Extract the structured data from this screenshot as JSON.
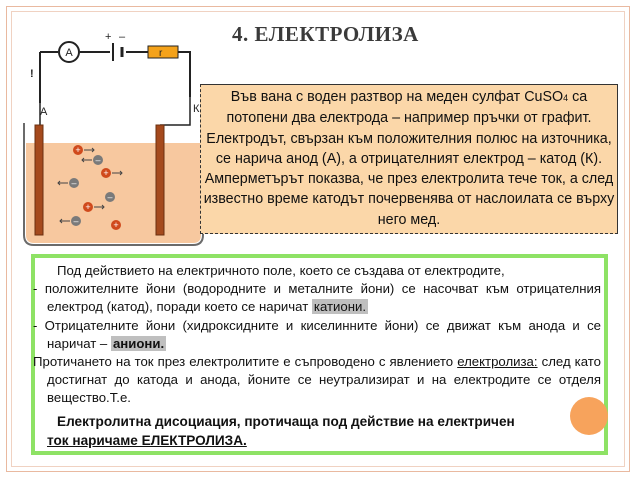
{
  "title": "4. ЕЛЕКТРОЛИЗА",
  "intro": {
    "part1": "Във вана с воден разтвор на меден сулфат CuSO",
    "sub": "4",
    "part2": " са потопени два електрода – например пръчки от графит. Електродът, свързан към положителния полюс на източника, се нарича анод (А), а отрицателният електрод – катод (К). Амперметърът показва, че през електролита тече ток, а след известно време катодът почервенява от наслоилата се върху него мед."
  },
  "diagram": {
    "ammeter": "A",
    "plus": "+",
    "minus": "–",
    "resistor": "r",
    "switch": "!",
    "anode": "A",
    "cathode": "К"
  },
  "body": {
    "p1": "Под действието на електричното поле, което се създава от електродите,",
    "p2a": "- положителните йони (водородните и металните йони) се насочват към отрицателния електрод (катод), поради което се наричат ",
    "p2b": "катиони.",
    "p3a": "- Отрицателните йони (хидроксидните и киселинните йони) се движат към анода и се наричат – ",
    "p3b": "аниони.",
    "p4a": "Протичането на ток през електролитите е съпроводено с явлението ",
    "p4b": "електролиза:",
    "p4c": " след като достигнат до катода и анода, йоните се неутрализират и на електродите се отделя вещество.Т.е.",
    "final1": "Електролитна дисоциация, протичаща под действие на електричен",
    "final2": "ток наричаме  ЕЛЕКТРОЛИЗА."
  },
  "colors": {
    "intro_bg": "#fbd7a9",
    "green_border": "#8ee265",
    "orange_dot": "#f7a35c"
  }
}
